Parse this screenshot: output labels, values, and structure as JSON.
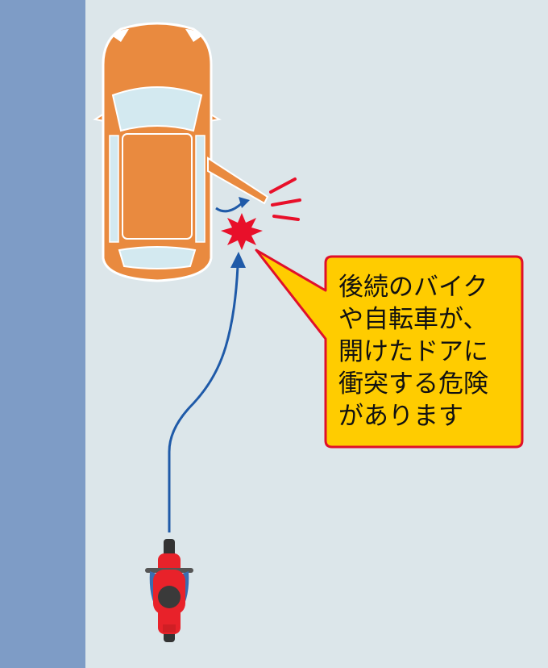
{
  "callout": {
    "lines": [
      "後続のバイク",
      "や自転車が、",
      "開けたドアに",
      "衝突する危険",
      "があります"
    ]
  },
  "colors": {
    "road": "#dce6ea",
    "sidewalk": "#7e9cc6",
    "car_body": "#e98a3f",
    "car_outline": "#ffffff",
    "window": "#d3e9f0",
    "impact": "#e8102a",
    "arrow": "#1f5aa8",
    "callout_fill": "#ffcc00",
    "callout_border": "#e0102a",
    "rider_jacket": "#e8222a",
    "rider_pants": "#3a6db0",
    "helmet": "#3a3a3a"
  },
  "icons": [
    "car-top-view-icon",
    "motorcycle-rider-icon",
    "impact-burst-icon",
    "path-arrow-icon",
    "door-swing-arrow-icon"
  ]
}
